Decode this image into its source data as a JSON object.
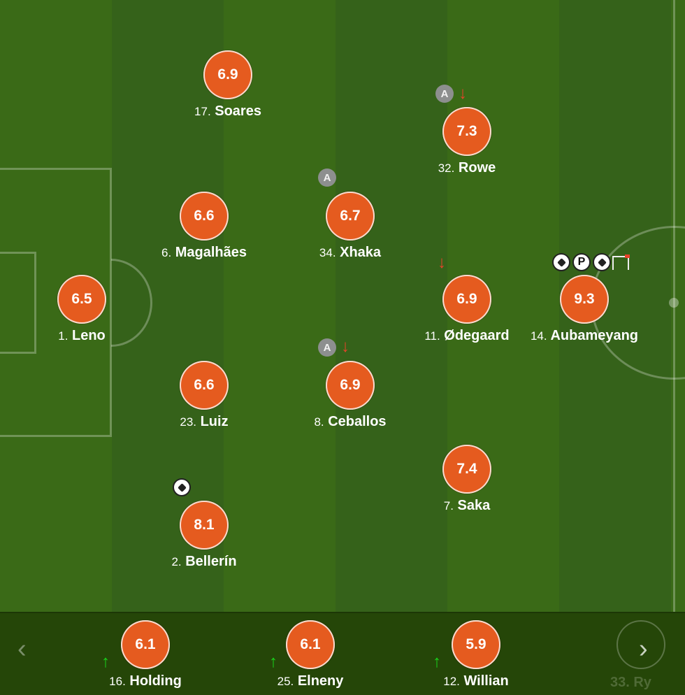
{
  "players": {
    "leno": {
      "rating": "6.5",
      "number": "1.",
      "name": "Leno"
    },
    "soares": {
      "rating": "6.9",
      "number": "17.",
      "name": "Soares"
    },
    "magalhaes": {
      "rating": "6.6",
      "number": "6.",
      "name": "Magalhães"
    },
    "luiz": {
      "rating": "6.6",
      "number": "23.",
      "name": "Luiz"
    },
    "bellerin": {
      "rating": "8.1",
      "number": "2.",
      "name": "Bellerín"
    },
    "xhaka": {
      "rating": "6.7",
      "number": "34.",
      "name": "Xhaka"
    },
    "ceballos": {
      "rating": "6.9",
      "number": "8.",
      "name": "Ceballos"
    },
    "rowe": {
      "rating": "7.3",
      "number": "32.",
      "name": "Rowe"
    },
    "odegaard": {
      "rating": "6.9",
      "number": "11.",
      "name": "Ødegaard"
    },
    "saka": {
      "rating": "7.4",
      "number": "7.",
      "name": "Saka"
    },
    "aubameyang": {
      "rating": "9.3",
      "number": "14.",
      "name": "Aubameyang"
    }
  },
  "subs": {
    "holding": {
      "rating": "6.1",
      "number": "16.",
      "name": "Holding"
    },
    "elneny": {
      "rating": "6.1",
      "number": "25.",
      "name": "Elneny"
    },
    "willian": {
      "rating": "5.9",
      "number": "12.",
      "name": "Willian"
    },
    "ryan_partial": {
      "label": "33. Ry"
    }
  },
  "icons": {
    "captain_letter": "A",
    "penalty_letter": "P",
    "arrow_down": "↓",
    "arrow_up": "↑",
    "prev": "‹",
    "next": "›"
  },
  "colors": {
    "rating_bubble": "#e55b1f",
    "pitch": "#3a6a17",
    "bench": "#254608",
    "sub_in": "#19d11b",
    "sub_out": "#e7432a"
  }
}
